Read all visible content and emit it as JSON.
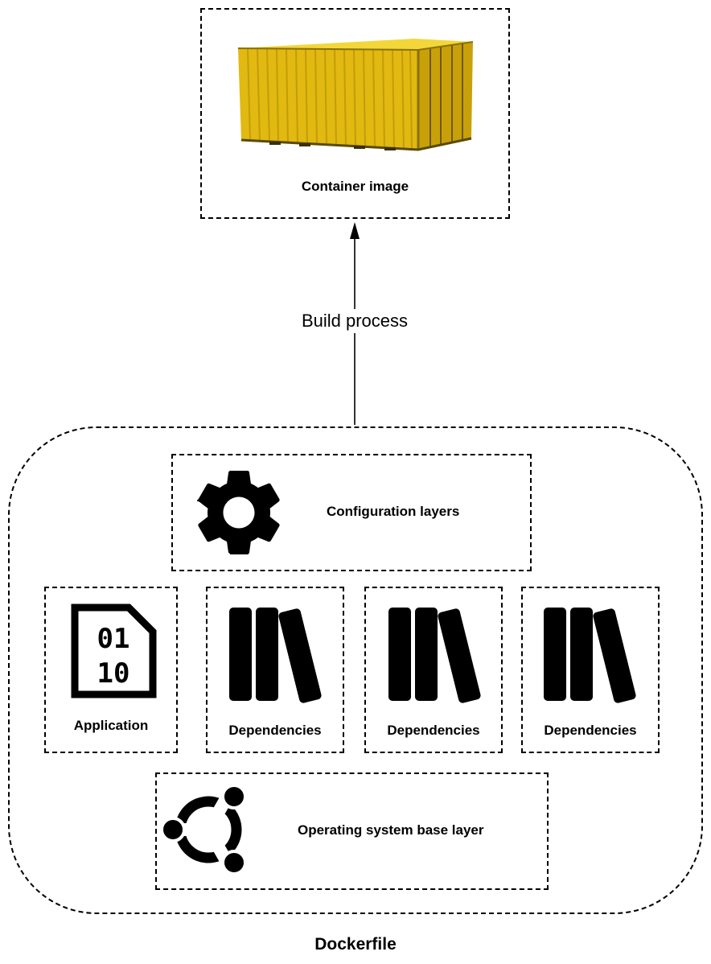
{
  "container_image": {
    "label": "Container image"
  },
  "build_arrow": {
    "label": "Build process"
  },
  "dockerfile": {
    "label": "Dockerfile",
    "config_layer": {
      "label": "Configuration layers",
      "icon": "gear-icon"
    },
    "application": {
      "label": "Application",
      "icon": "binary-file-icon",
      "glyph_rows": [
        "01",
        "10"
      ]
    },
    "dependencies": [
      {
        "label": "Dependencies",
        "icon": "books-icon"
      },
      {
        "label": "Dependencies",
        "icon": "books-icon"
      },
      {
        "label": "Dependencies",
        "icon": "books-icon"
      }
    ],
    "os_layer": {
      "label": "Operating system base layer",
      "icon": "ubuntu-logo-icon"
    }
  },
  "colors": {
    "container": "#e6bf12",
    "line": "#000000",
    "background": "#ffffff"
  }
}
